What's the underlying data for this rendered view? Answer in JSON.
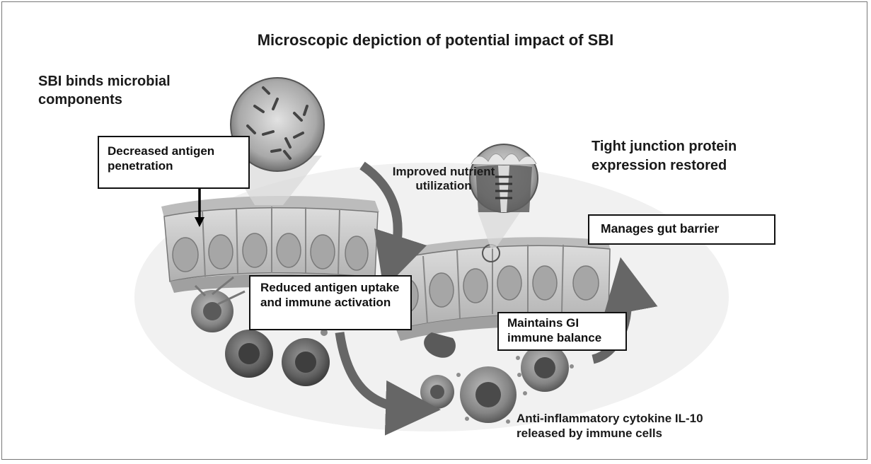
{
  "title": "Microscopic depiction of potential impact of SBI",
  "labels": {
    "sbi_binds": "SBI binds microbial components",
    "tight_junction": "Tight junction protein expression restored",
    "improved_nutrient": "Improved nutrient utilization",
    "il10": "Anti-inflammatory cytokine IL-10 released by immune cells"
  },
  "boxes": {
    "decreased_antigen": "Decreased antigen penetration",
    "manages_gut": "Manages gut barrier",
    "reduced_antigen": "Reduced antigen uptake and immune activation",
    "maintains_gi": "Maintains GI immune balance"
  },
  "colors": {
    "arrow": "#666666",
    "cell_fill": "#c8c8c8",
    "immune_cell": "#7a7a7a",
    "text": "#111111"
  }
}
